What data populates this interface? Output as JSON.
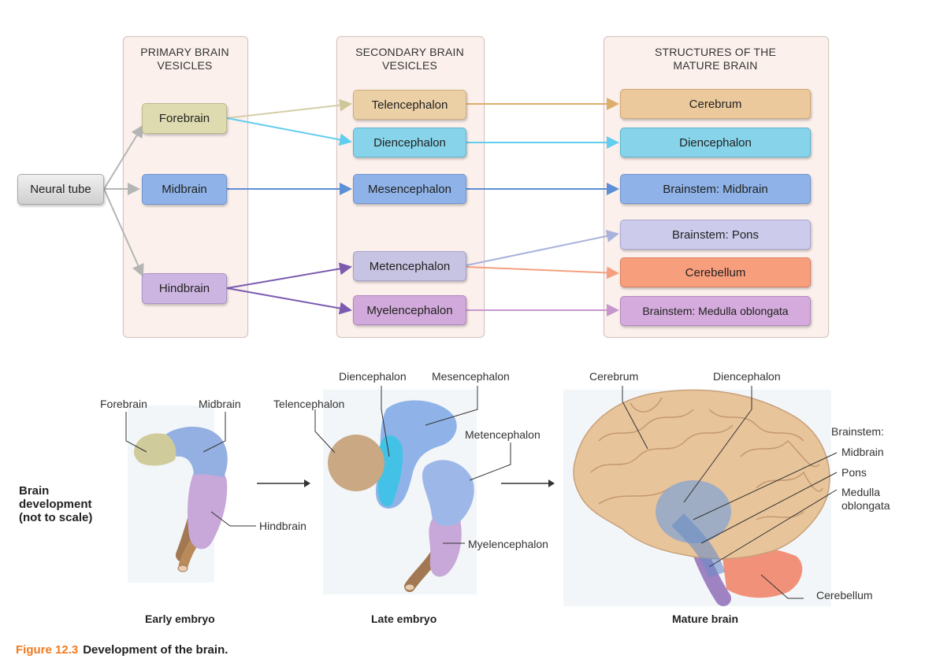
{
  "columns": {
    "primary": "PRIMARY BRAIN\nVESICLES",
    "secondary": "SECONDARY BRAIN\nVESICLES",
    "mature": "STRUCTURES OF THE\nMATURE BRAIN"
  },
  "flowchart": {
    "neural_tube": "Neural tube",
    "primary": {
      "forebrain": "Forebrain",
      "midbrain": "Midbrain",
      "hindbrain": "Hindbrain"
    },
    "secondary": {
      "telencephalon": "Telencephalon",
      "diencephalon": "Diencephalon",
      "mesencephalon": "Mesencephalon",
      "metencephalon": "Metencephalon",
      "myelencephalon": "Myelencephalon"
    },
    "mature": {
      "cerebrum": "Cerebrum",
      "diencephalon": "Diencephalon",
      "midbrain": "Brainstem: Midbrain",
      "pons": "Brainstem: Pons",
      "cerebellum": "Cerebellum",
      "medulla": "Brainstem: Medulla oblongata"
    }
  },
  "colors": {
    "forebrain": "#d9d6a8",
    "telencephalon": "#e8c89a",
    "diencephalon": "#7fd0e6",
    "midbrain": "#8fb3e8",
    "hindbrain": "#c9b2df",
    "metencephalon": "#c4c0e0",
    "pons": "#c9c8ea",
    "cerebellum": "#f79a78",
    "myelencephalon": "#cfa6d8",
    "neural_tube": "#d4d4d4"
  },
  "illustration": {
    "side_label": "Brain\ndevelopment\n(not to scale)",
    "early": {
      "forebrain": "Forebrain",
      "midbrain": "Midbrain",
      "hindbrain": "Hindbrain",
      "caption": "Early embryo"
    },
    "late": {
      "diencephalon": "Diencephalon",
      "mesencephalon": "Mesencephalon",
      "telencephalon": "Telencephalon",
      "metencephalon": "Metencephalon",
      "myelencephalon": "Myelencephalon",
      "caption": "Late embryo"
    },
    "mature": {
      "cerebrum": "Cerebrum",
      "diencephalon": "Diencephalon",
      "brainstem": "Brainstem:",
      "midbrain": "Midbrain",
      "pons": "Pons",
      "medulla": "Medulla\noblongata",
      "cerebellum": "Cerebellum",
      "caption": "Mature brain"
    }
  },
  "figure": {
    "number": "Figure 12.3",
    "title": "Development of the brain."
  }
}
